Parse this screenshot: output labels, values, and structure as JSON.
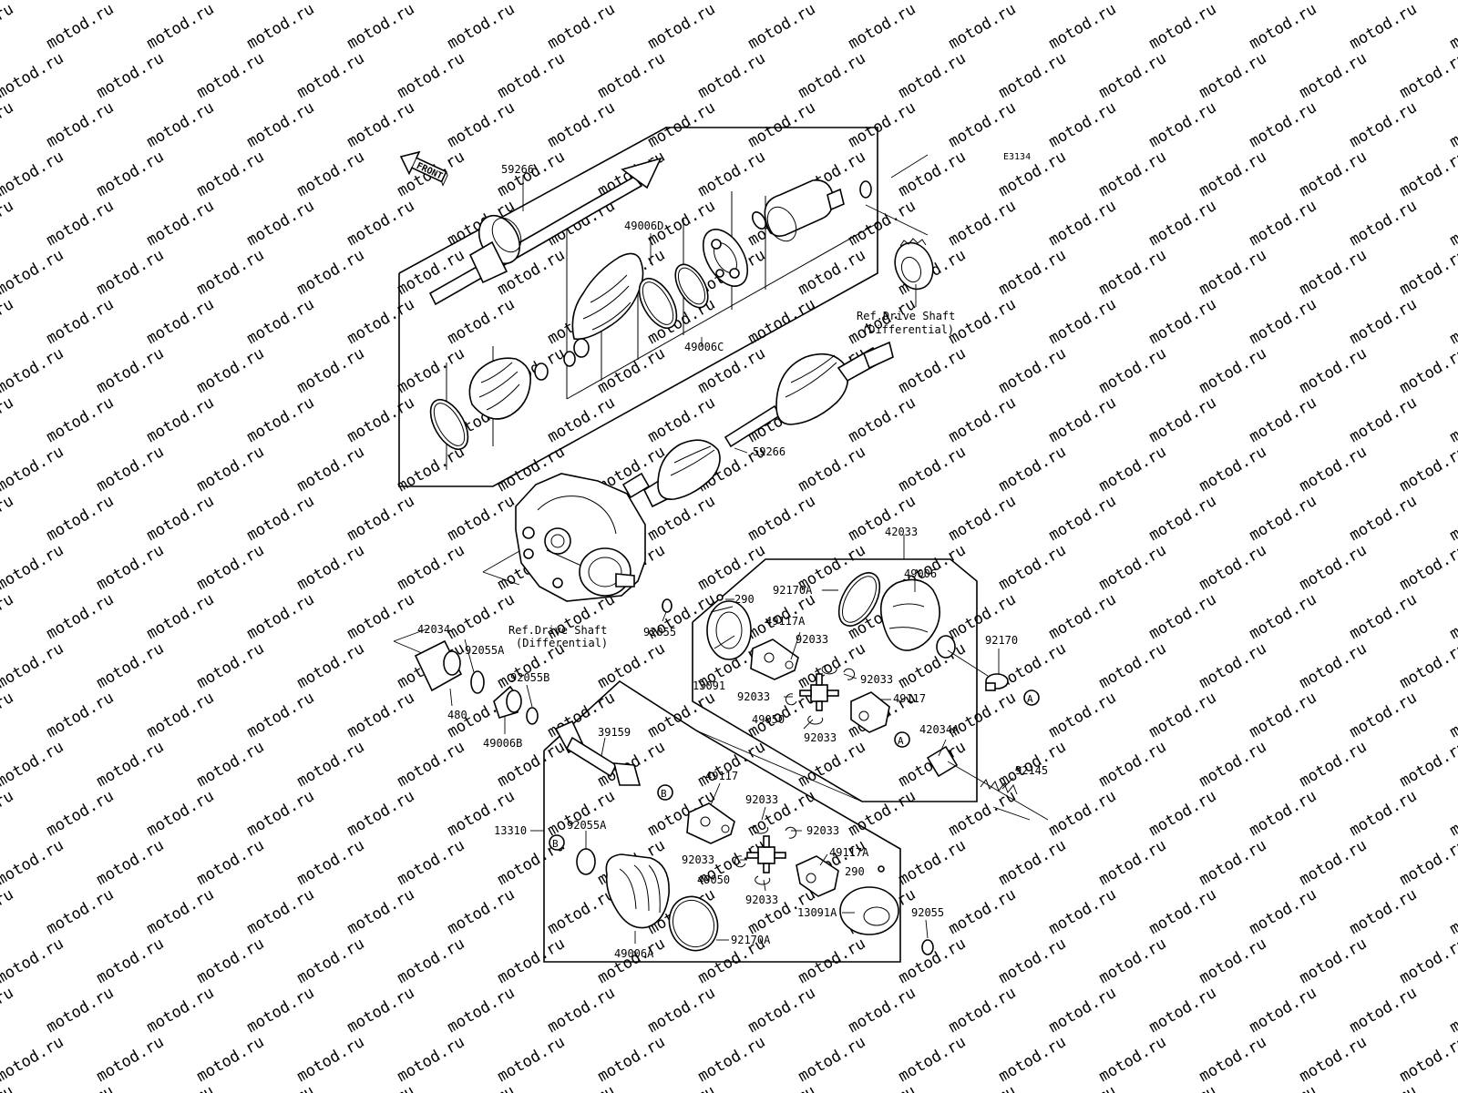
{
  "diagram_code": "E3134",
  "front_arrow_text": "FRONT",
  "watermark": "motod.ru",
  "ref_top": {
    "line1": "Ref.Drive Shaft",
    "line2": "(Differential)"
  },
  "ref_mid": {
    "line1": "Ref.Drive Shaft",
    "line2": "(Differential)"
  },
  "markers": {
    "a": "A",
    "b": "B"
  },
  "part_labels": {
    "p59266_top": "59266",
    "p49006D": "49006D",
    "p49006C": "49006C",
    "p59266_mid": "59266",
    "p42033": "42033",
    "p49006": "49006",
    "p92170A_top": "92170A",
    "p290_top": "290",
    "p49117A_top": "49117A",
    "p92033_a": "92033",
    "p92033_b": "92033",
    "p92033_c": "92033",
    "p92033_d": "92033",
    "p92170": "92170",
    "p13091": "13091",
    "p49050_top": "49050",
    "p49117_top": "49117",
    "p42034A": "42034A",
    "p92145": "92145",
    "p92055_top": "92055",
    "p42034": "42034",
    "p92055A_top": "92055A",
    "p92055B": "92055B",
    "p480": "480",
    "p49006B": "49006B",
    "p39159": "39159",
    "p49117_bot": "49117",
    "p92033_e": "92033",
    "p92033_f": "92033",
    "p92033_g": "92033",
    "p92033_h": "92033",
    "p13310": "13310",
    "p92055A_bot": "92055A",
    "p49050_bot": "49050",
    "p49117A_bot": "49117A",
    "p290_bot": "290",
    "p13091A": "13091A",
    "p92055_bot": "92055",
    "p49006A": "49006A",
    "p92170A_bot": "92170A"
  }
}
